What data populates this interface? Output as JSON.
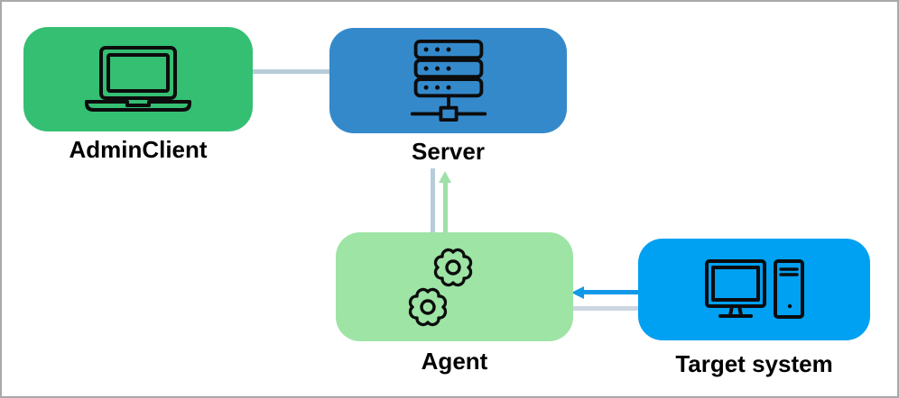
{
  "diagram": {
    "canvas": {
      "background": "#ffffff",
      "border_color": "#a9a9a9",
      "label_color": "#000000"
    },
    "nodes": [
      {
        "id": "admin-client",
        "label": "AdminClient",
        "icon": "laptop-icon",
        "color": "#34bf73"
      },
      {
        "id": "server",
        "label": "Server",
        "icon": "server-rack-icon",
        "color": "#3489cb"
      },
      {
        "id": "agent",
        "label": "Agent",
        "icon": "gears-icon",
        "color": "#9de4a5"
      },
      {
        "id": "target-system",
        "label": "Target system",
        "icon": "desktop-computer-icon",
        "color": "#00a0f2"
      }
    ],
    "connectors": [
      {
        "id": "adminclient-server-line",
        "from": "admin-client",
        "to": "server",
        "style": "plain-line",
        "direction": "horizontal",
        "color": "#b7ccd9"
      },
      {
        "id": "agent-server-line",
        "from": "agent",
        "to": "server",
        "style": "plain-line",
        "direction": "vertical",
        "color": "#b7ccd9"
      },
      {
        "id": "agent-server-arrow",
        "from": "agent",
        "to": "server",
        "style": "arrow",
        "direction": "up",
        "color": "#9fe0a7"
      },
      {
        "id": "target-agent-arrow",
        "from": "target-system",
        "to": "agent",
        "style": "arrow",
        "direction": "left",
        "color": "#1199e8"
      },
      {
        "id": "target-agent-line",
        "from": "target-system",
        "to": "agent",
        "style": "plain-line",
        "direction": "horizontal",
        "color": "#ccd6e1"
      }
    ]
  }
}
